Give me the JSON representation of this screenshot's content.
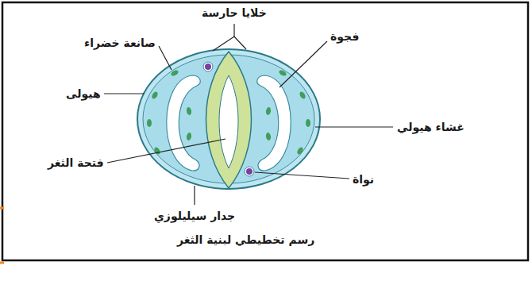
{
  "diagram": {
    "caption": "رسم تخطيطي لبنية الثغر",
    "labels": [
      "خلايا حارسة",
      "صانعة خضراء",
      "فجوة",
      "هيولى",
      "غشاء هيولي",
      "فتحة الثغر",
      "نواة",
      "جدار سيليلوزي"
    ]
  }
}
